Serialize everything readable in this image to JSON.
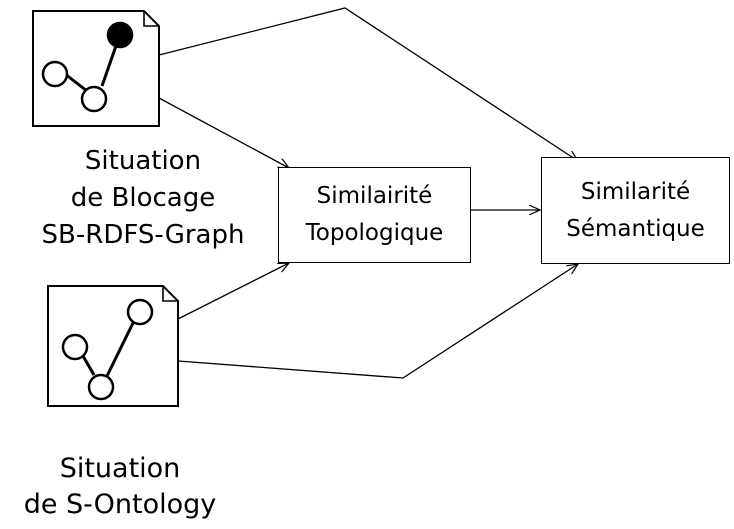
{
  "doc_sb": {
    "label_line1": "Situation",
    "label_line2": "de Blocage",
    "label_line3": "SB-RDFS-Graph"
  },
  "doc_so": {
    "label_line1": "Situation",
    "label_line2": "de S-Ontology"
  },
  "box_topo": {
    "line1": "Similairité",
    "line2": "Topologique"
  },
  "box_sem": {
    "line1": "Similarité",
    "line2": "Sémantique"
  }
}
